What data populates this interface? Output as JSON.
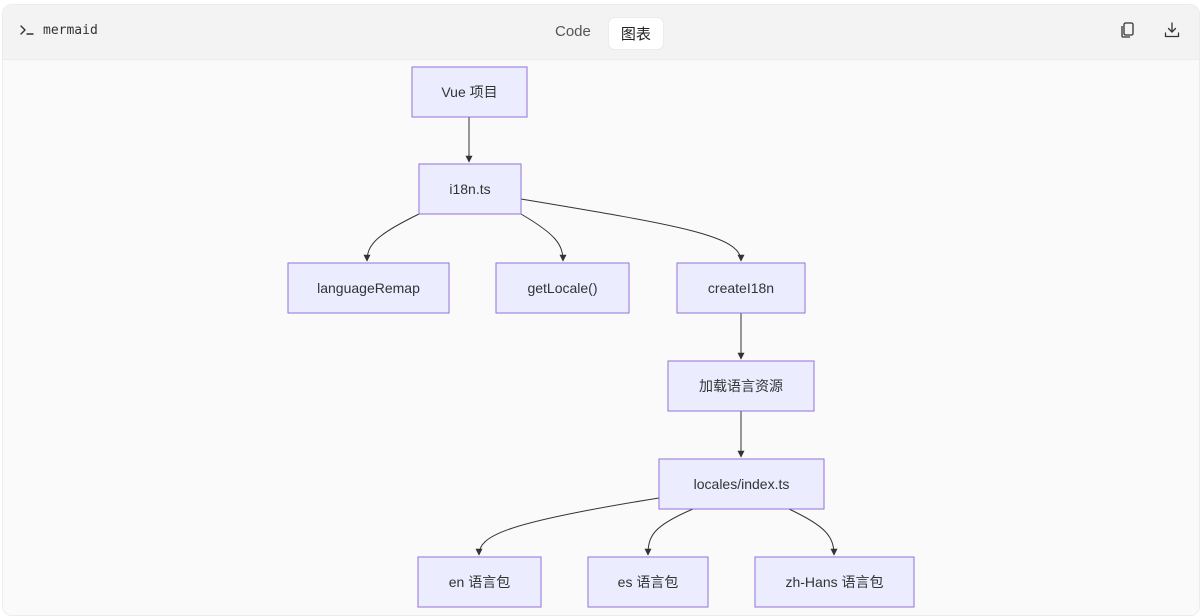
{
  "header": {
    "language": "mermaid",
    "tabs": [
      {
        "label": "Code",
        "active": false
      },
      {
        "label": "图表",
        "active": true
      }
    ],
    "icons": [
      "terminal-icon",
      "copy-icon",
      "download-icon"
    ]
  },
  "diagram": {
    "colors": {
      "node_fill": "#ececff",
      "node_stroke": "#9370db",
      "edge": "#333333"
    },
    "nodes": [
      {
        "id": "vue",
        "label": "Vue 项目"
      },
      {
        "id": "i18n",
        "label": "i18n.ts"
      },
      {
        "id": "remap",
        "label": "languageRemap"
      },
      {
        "id": "getlocale",
        "label": "getLocale()"
      },
      {
        "id": "create",
        "label": "createI18n"
      },
      {
        "id": "load",
        "label": "加载语言资源"
      },
      {
        "id": "locales",
        "label": "locales/index.ts"
      },
      {
        "id": "en",
        "label": "en 语言包"
      },
      {
        "id": "es",
        "label": "es 语言包"
      },
      {
        "id": "zh",
        "label": "zh-Hans 语言包"
      }
    ],
    "edges": [
      [
        "vue",
        "i18n"
      ],
      [
        "i18n",
        "remap"
      ],
      [
        "i18n",
        "getlocale"
      ],
      [
        "i18n",
        "create"
      ],
      [
        "create",
        "load"
      ],
      [
        "load",
        "locales"
      ],
      [
        "locales",
        "en"
      ],
      [
        "locales",
        "es"
      ],
      [
        "locales",
        "zh"
      ]
    ]
  }
}
